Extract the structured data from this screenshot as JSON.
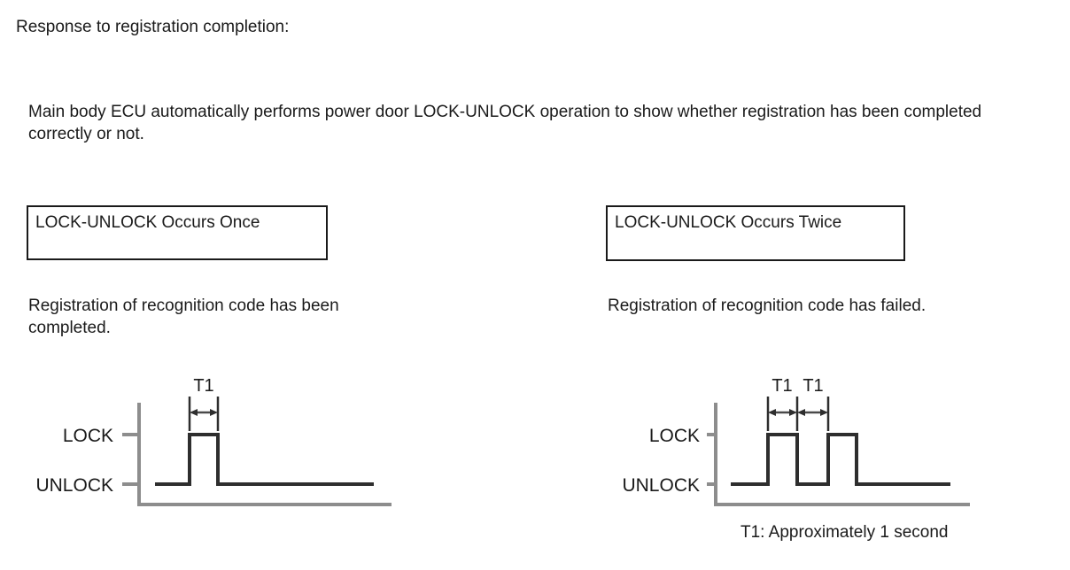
{
  "document": {
    "heading": "Response to registration completion:",
    "intro": "Main body ECU automatically performs power door LOCK-UNLOCK operation to show whether registration has been completed correctly or not.",
    "footnote": "T1: Approximately 1 second"
  },
  "panels": [
    {
      "id": "once",
      "box_title": "LOCK-UNLOCK Occurs Once",
      "caption": "Registration of recognition code has been completed.",
      "chart_index": 0
    },
    {
      "id": "twice",
      "box_title": "LOCK-UNLOCK Occurs Twice",
      "caption": "Registration of recognition code has failed.",
      "chart_index": 1
    }
  ],
  "chart_data": [
    {
      "type": "line",
      "title": "LOCK-UNLOCK Occurs Once",
      "xlabel": "",
      "ylabel": "",
      "states": [
        "UNLOCK",
        "LOCK"
      ],
      "state_labels": {
        "high": "LOCK",
        "low": "UNLOCK"
      },
      "pulse_count": 1,
      "dimension_labels": [
        "T1"
      ],
      "dimension_note": "T1: Approximately 1 second",
      "x": [
        0,
        1,
        1,
        2,
        2,
        7
      ],
      "y": [
        "UNLOCK",
        "UNLOCK",
        "LOCK",
        "LOCK",
        "UNLOCK",
        "UNLOCK"
      ],
      "grid": false,
      "legend": "none"
    },
    {
      "type": "line",
      "title": "LOCK-UNLOCK Occurs Twice",
      "xlabel": "",
      "ylabel": "",
      "states": [
        "UNLOCK",
        "LOCK"
      ],
      "state_labels": {
        "high": "LOCK",
        "low": "UNLOCK"
      },
      "pulse_count": 2,
      "dimension_labels": [
        "T1",
        "T1"
      ],
      "dimension_note": "T1: Approximately 1 second",
      "x": [
        0,
        1,
        1,
        2,
        2,
        3,
        3,
        4,
        4,
        9
      ],
      "y": [
        "UNLOCK",
        "UNLOCK",
        "LOCK",
        "LOCK",
        "UNLOCK",
        "UNLOCK",
        "LOCK",
        "LOCK",
        "UNLOCK",
        "UNLOCK"
      ],
      "grid": false,
      "legend": "none"
    }
  ],
  "labels": {
    "lock": "LOCK",
    "unlock": "UNLOCK",
    "t1": "T1"
  }
}
